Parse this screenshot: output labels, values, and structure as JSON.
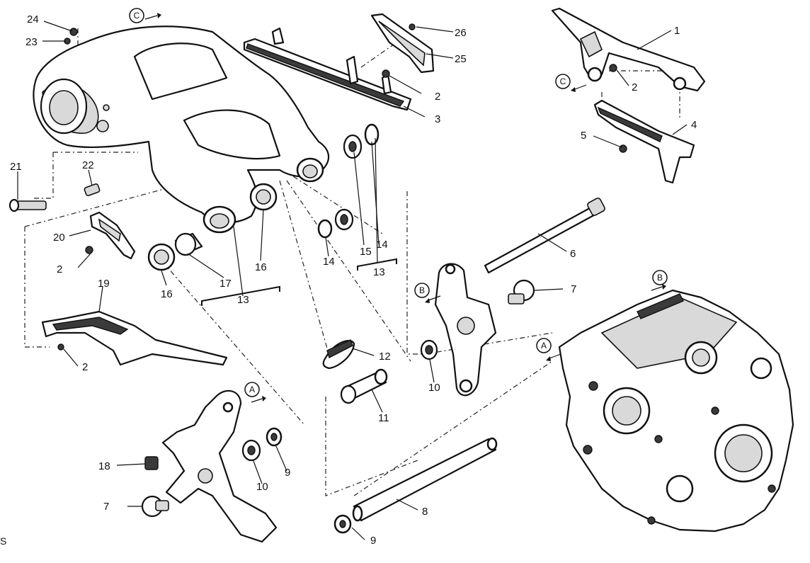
{
  "callouts": [
    {
      "id": "1",
      "label": "1"
    },
    {
      "id": "2a",
      "label": "2"
    },
    {
      "id": "2b",
      "label": "2"
    },
    {
      "id": "2c",
      "label": "2"
    },
    {
      "id": "2d",
      "label": "2"
    },
    {
      "id": "3",
      "label": "3"
    },
    {
      "id": "4",
      "label": "4"
    },
    {
      "id": "5",
      "label": "5"
    },
    {
      "id": "6",
      "label": "6"
    },
    {
      "id": "7a",
      "label": "7"
    },
    {
      "id": "7b",
      "label": "7"
    },
    {
      "id": "8",
      "label": "8"
    },
    {
      "id": "9a",
      "label": "9"
    },
    {
      "id": "9b",
      "label": "9"
    },
    {
      "id": "10a",
      "label": "10"
    },
    {
      "id": "10b",
      "label": "10"
    },
    {
      "id": "11",
      "label": "11"
    },
    {
      "id": "12",
      "label": "12"
    },
    {
      "id": "13a",
      "label": "13"
    },
    {
      "id": "13b",
      "label": "13"
    },
    {
      "id": "14a",
      "label": "14"
    },
    {
      "id": "14b",
      "label": "14"
    },
    {
      "id": "15",
      "label": "15"
    },
    {
      "id": "16a",
      "label": "16"
    },
    {
      "id": "16b",
      "label": "16"
    },
    {
      "id": "17",
      "label": "17"
    },
    {
      "id": "18",
      "label": "18"
    },
    {
      "id": "19",
      "label": "19"
    },
    {
      "id": "20",
      "label": "20"
    },
    {
      "id": "21",
      "label": "21"
    },
    {
      "id": "22",
      "label": "22"
    },
    {
      "id": "23",
      "label": "23"
    },
    {
      "id": "24",
      "label": "24"
    },
    {
      "id": "25",
      "label": "25"
    },
    {
      "id": "26",
      "label": "26"
    }
  ],
  "reference_markers": {
    "a1": "A",
    "a2": "A",
    "b1": "B",
    "b2": "B",
    "c1": "C",
    "c2": "C"
  },
  "corner_text": "S"
}
